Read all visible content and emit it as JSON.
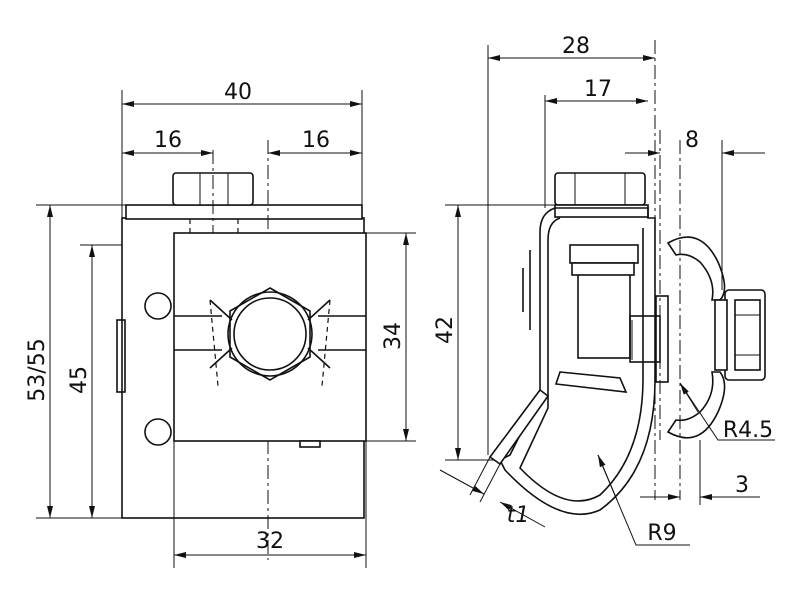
{
  "front_view": {
    "dim_width_total": "40",
    "dim_left_offset": "16",
    "dim_right_offset": "16",
    "dim_height_total": "53/55",
    "dim_height_inner": "45",
    "dim_block_height": "34",
    "dim_bottom_width": "32"
  },
  "side_view": {
    "dim_depth_total": "28",
    "dim_depth_bolt": "17",
    "dim_clamp_width": "8",
    "dim_height": "42",
    "dim_thickness": "t1",
    "dim_radius_small": "R4.5",
    "dim_radius_large": "R9",
    "dim_gap": "3"
  }
}
